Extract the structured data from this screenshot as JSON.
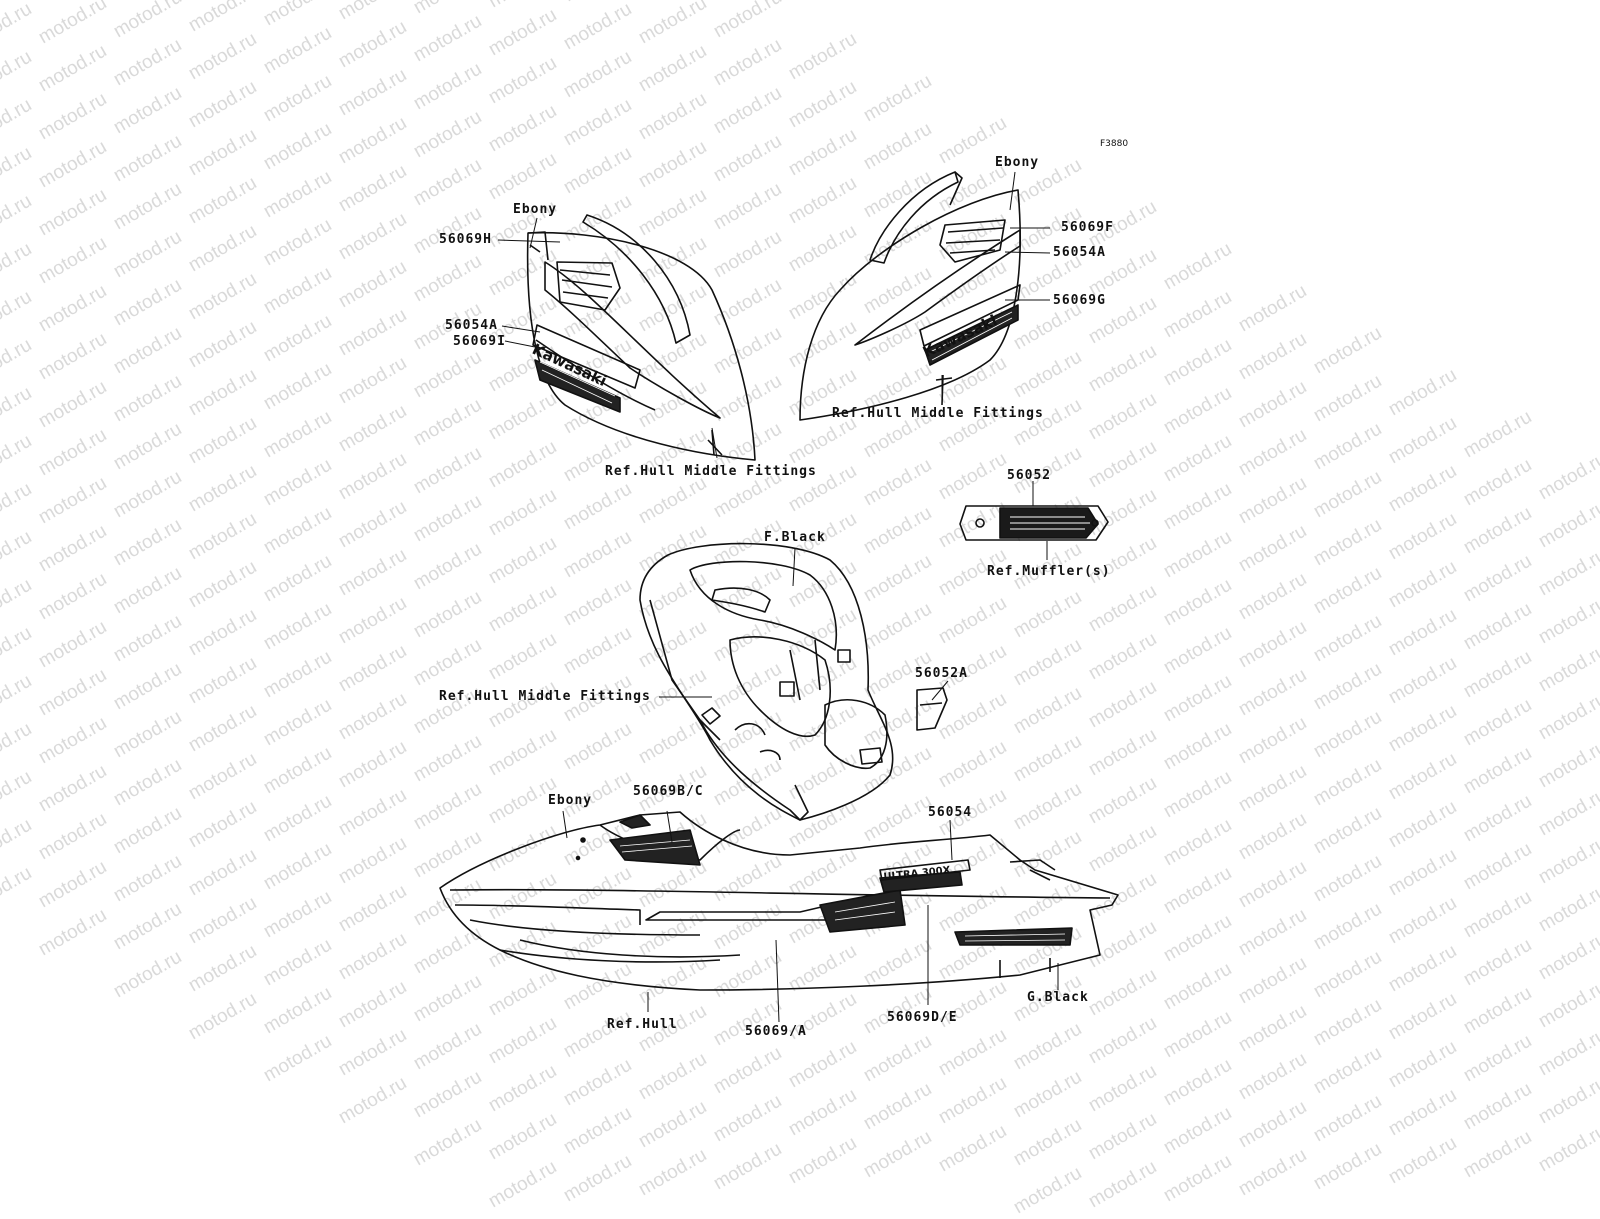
{
  "figure_code": "F3880",
  "watermark_text": "motod.ru",
  "labels": {
    "ebony_left": "Ebony",
    "ebony_right": "Ebony",
    "ebony_bottom": "Ebony",
    "p56069H": "56069H",
    "p56054A_left": "56054A",
    "p56069I": "56069I",
    "ref_hull_middle_left": "Ref.Hull Middle Fittings",
    "p56069F": "56069F",
    "p56054A_right": "56054A",
    "p56069G": "56069G",
    "ref_hull_middle_right": "Ref.Hull Middle Fittings",
    "p56052": "56052",
    "ref_muffler": "Ref.Muffler(s)",
    "f_black": "F.Black",
    "p56052A": "56052A",
    "ref_hull_middle_center": "Ref.Hull Middle Fittings",
    "p56069BC": "56069B/C",
    "p56054": "56054",
    "ref_hull": "Ref.Hull",
    "p56069A": "56069/A",
    "p56069DE": "56069D/E",
    "g_black": "G.Black"
  },
  "decal_texts": {
    "kawasaki_left": "Kawasaki",
    "kawasaki_right": "Kawasaki",
    "ultra_logo": "ULTRA 300X"
  }
}
